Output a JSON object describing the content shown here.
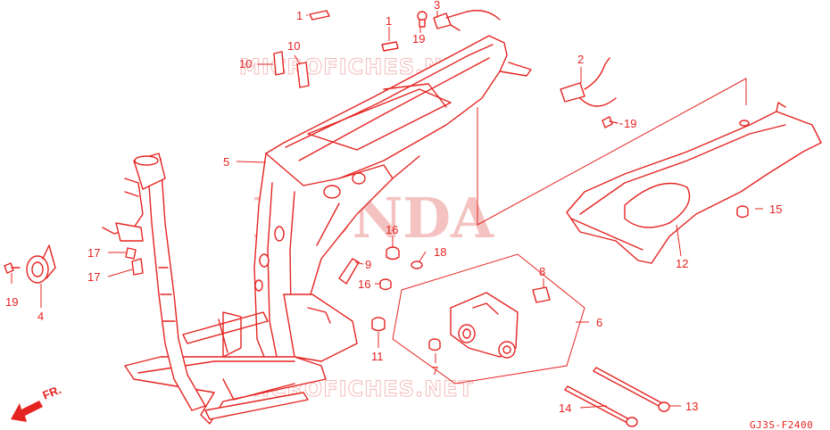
{
  "watermarks": {
    "brand": "HONDA",
    "site_top": "MICROFICHES.NET",
    "site_bottom": "MICROFICHES.NET"
  },
  "diagram_code": "GJ3S-F2400",
  "direction_label": "FR.",
  "callouts": {
    "c1a": "1",
    "c1b": "1",
    "c2": "2",
    "c3": "3",
    "c4": "4",
    "c5": "5",
    "c6": "6",
    "c7": "7",
    "c8": "8",
    "c9": "9",
    "c10a": "10",
    "c10b": "10",
    "c11": "11",
    "c12": "12",
    "c13": "13",
    "c14": "14",
    "c15": "15",
    "c16a": "16",
    "c16b": "16",
    "c17a": "17",
    "c17b": "17",
    "c18": "18",
    "c19a": "19",
    "c19b": "19",
    "c19c": "19"
  },
  "colors": {
    "ink": "#e52421",
    "watermark": "#f4c3c1"
  }
}
